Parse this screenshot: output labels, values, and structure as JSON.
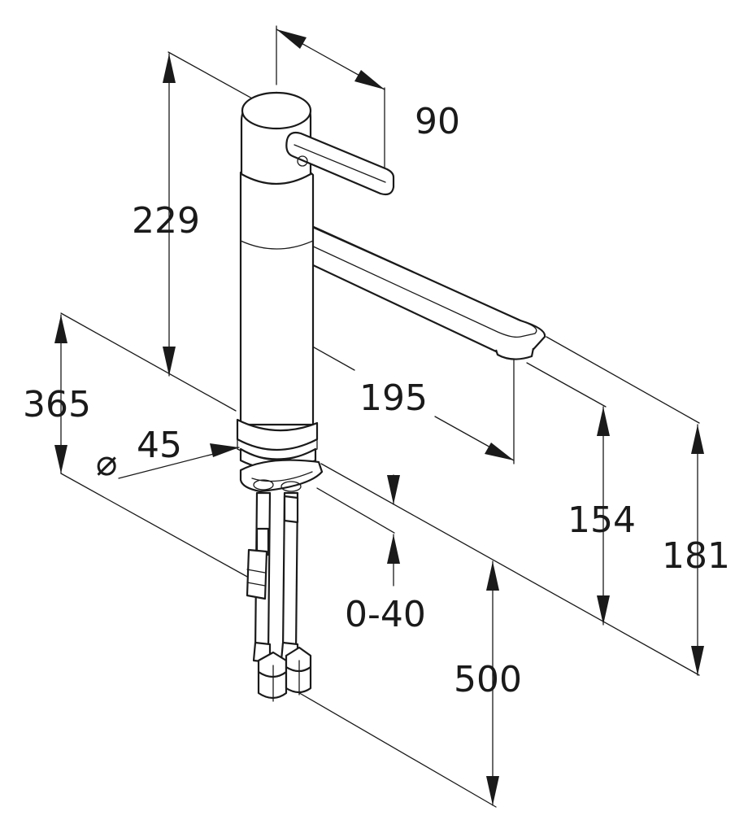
{
  "dimensions": {
    "d90": "90",
    "d229": "229",
    "d365": "365",
    "d45": "45",
    "d195": "195",
    "d154": "154",
    "d181": "181",
    "d040": "0-40",
    "d500": "500"
  },
  "symbols": {
    "diameter": "⌀"
  },
  "colors": {
    "line": "#1a1a1a",
    "background": "#ffffff"
  }
}
